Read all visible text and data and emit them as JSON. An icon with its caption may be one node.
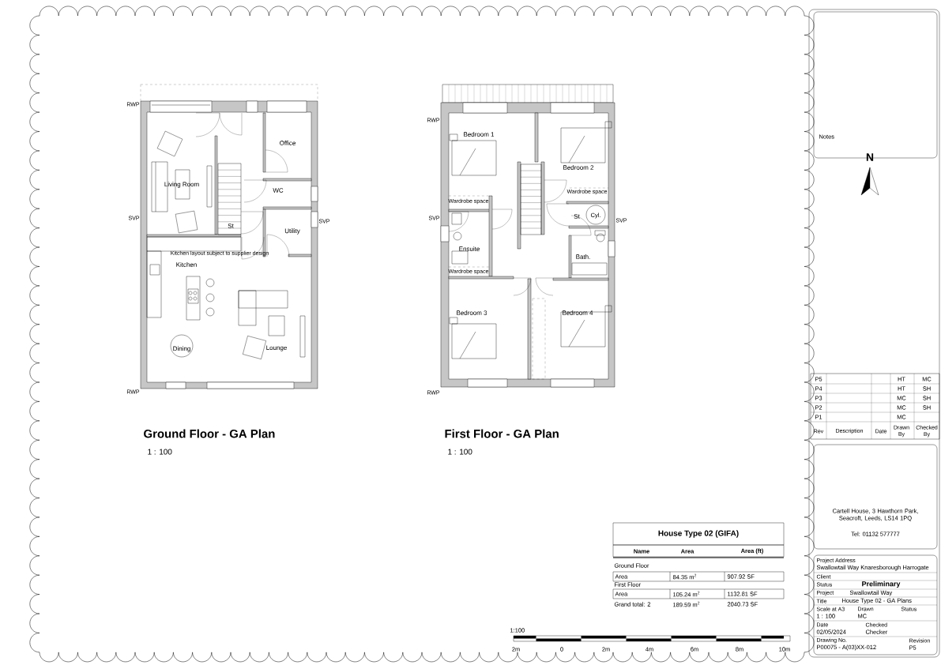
{
  "diagram": {
    "labels": [
      "RWP",
      "SVP",
      "SVP",
      "RWP",
      "Living Room",
      "Office",
      "WC",
      "St",
      "Utility",
      "Kitchen layout subject to supplier design",
      "Kitchen",
      "Dining",
      "Lounge",
      "RWP",
      "SVP",
      "SVP",
      "RWP",
      "Bedroom 1",
      "Bedroom 2",
      "Wardrobe space",
      "Wardrobe space",
      "St",
      "Cyl.",
      "Ensuite",
      "Bath.",
      "Wardrobe space",
      "Bedroom 3",
      "Bedroom 4",
      "Ground Floor - GA Plan",
      "1 : 100",
      "First Floor - GA Plan",
      "1 : 100",
      "House Type 02 (GIFA)",
      "Name",
      "Area",
      "Area (ft)",
      "Ground Floor",
      "Area",
      "84.35 m$^{2}$",
      "907.92 SF",
      "First Floor",
      "Area",
      "105.24 m$^{2}$",
      "1132.81 SF",
      "Grand total: 2",
      "189.59 m$^{2}$",
      "2040.73 SF",
      "1:100",
      "2m",
      "0",
      "2m",
      "4m",
      "6m",
      "8m",
      "10m",
      "Notes",
      "N",
      "P5",
      "HT",
      "MC",
      "P4",
      "HT",
      "SH",
      "P3",
      "MC",
      "SH",
      "P2",
      "MC",
      "SH",
      "P1",
      "MC",
      "Rev",
      "Description",
      "Date",
      "Drawn By",
      "Checked By",
      "Cartell House, 3 Hawthorn Park, Seacroft, Leeds, LS14 1PQ",
      "Tel: 01132 577777",
      "Project Address",
      "Swallowtail Way Knaresborough Harrogate",
      "Client",
      "Status",
      "Preliminary",
      "Project",
      "Swallowtail Way",
      "Title",
      "House Type 02 - GA Plans",
      "Scale at A3",
      "1 : 100",
      "Drawn",
      "MC",
      "Status",
      "Date",
      "02/05/2024",
      "Checked",
      "Checker",
      "Drawing No.",
      "P00075 - A(03)XX-012",
      "Revision",
      "P5"
    ]
  }
}
